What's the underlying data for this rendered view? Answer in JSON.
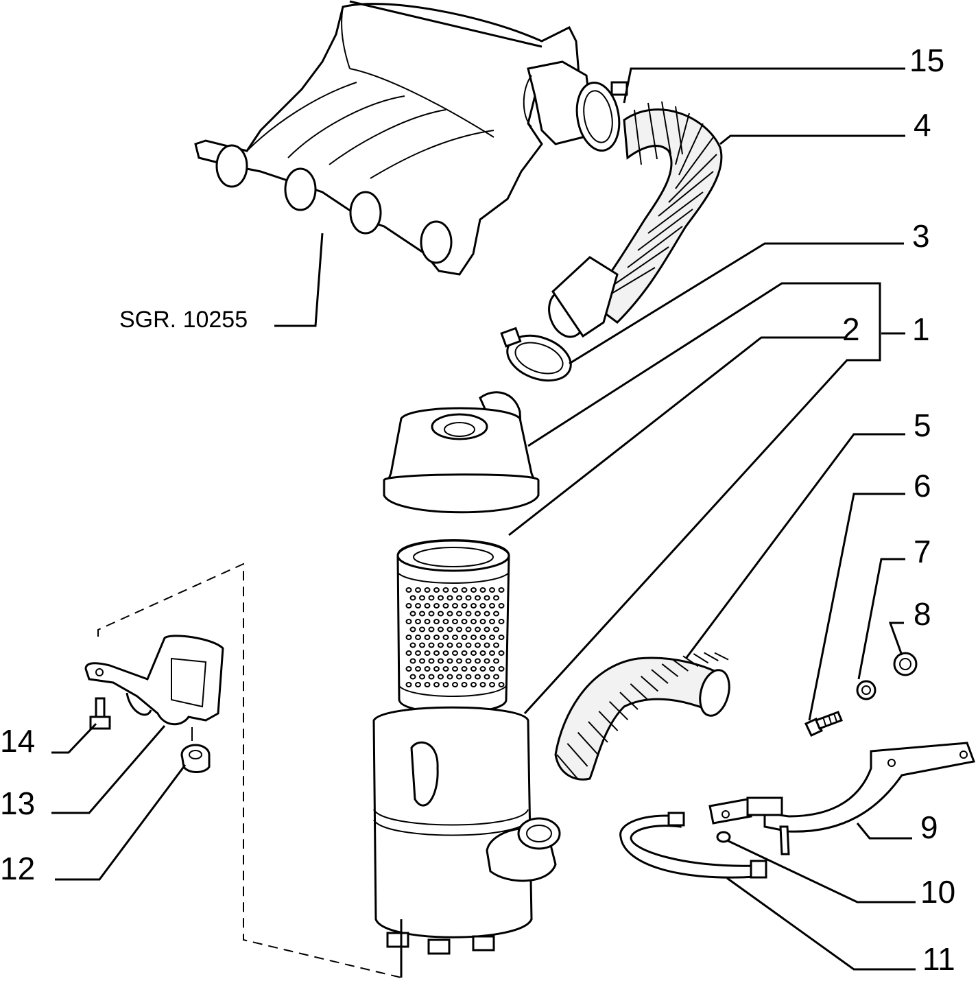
{
  "diagram": {
    "reference_label": "SGR. 10255",
    "callouts": {
      "c1": "1",
      "c2": "2",
      "c3": "3",
      "c4": "4",
      "c5": "5",
      "c6": "6",
      "c7": "7",
      "c8": "8",
      "c9": "9",
      "c10": "10",
      "c11": "11",
      "c12": "12",
      "c13": "13",
      "c14": "14",
      "c15": "15"
    }
  }
}
